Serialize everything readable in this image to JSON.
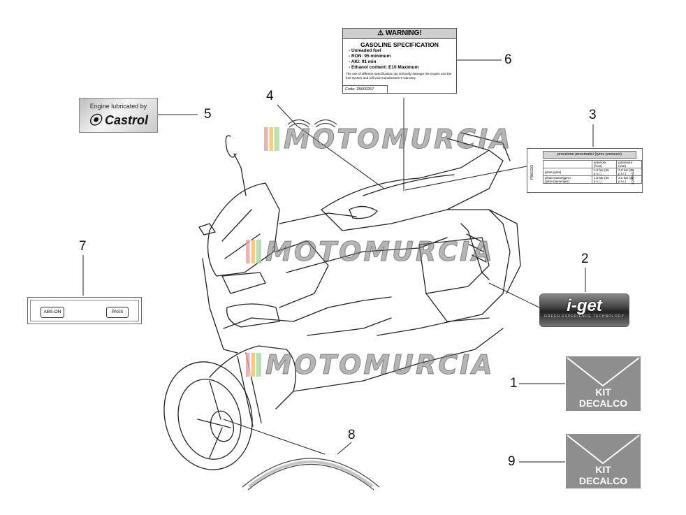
{
  "callouts": [
    "1",
    "2",
    "3",
    "4",
    "5",
    "6",
    "7",
    "8",
    "9"
  ],
  "watermark": "MOTOMURCIA",
  "warning_label": {
    "heading": "WARNING!",
    "title": "GASOLINE SPECIFICATION",
    "lines": [
      "- Unleaded fuel",
      "- RON: 95 minimum",
      "- AKI: 91 min",
      "- Ethanol content: E10 Maximum"
    ],
    "note": "The use of different specification can seriously damage the engine and the fuel system and will void manufacturer's warranty",
    "code": "Code: 1B009257"
  },
  "castrol_label": {
    "top": "Engine lubricated by",
    "brand": "Castrol"
  },
  "tyre_label": {
    "header": "pressione pneumatici (tyres pressure)",
    "col_front": "anteriore (front)",
    "col_rear": "posteriore (rear)",
    "rows": [
      {
        "who": "pilota (pilot)",
        "front": "1.8 bar (26 p.s.i.)",
        "rear": "2.0 bar (29 p.s.i.)"
      },
      {
        "who": "pilota+passeggero (pilot+passenger)",
        "front": "1.8 bar (26 p.s.i.)",
        "rear": "2.2 bar (32 p.s.i.)"
      }
    ],
    "brand": "PIAGGIO",
    "code": "2Q000414"
  },
  "abs_label": {
    "left": "ABS-ON",
    "right": "PASS"
  },
  "iget_label": {
    "logo": "i-get",
    "tag": "GREEN EXPERIENCE TECHNOLOGY"
  },
  "kit_boxes": [
    {
      "line1": "KIT",
      "line2": "DECALCO"
    },
    {
      "line1": "KIT",
      "line2": "DECALCO"
    }
  ]
}
